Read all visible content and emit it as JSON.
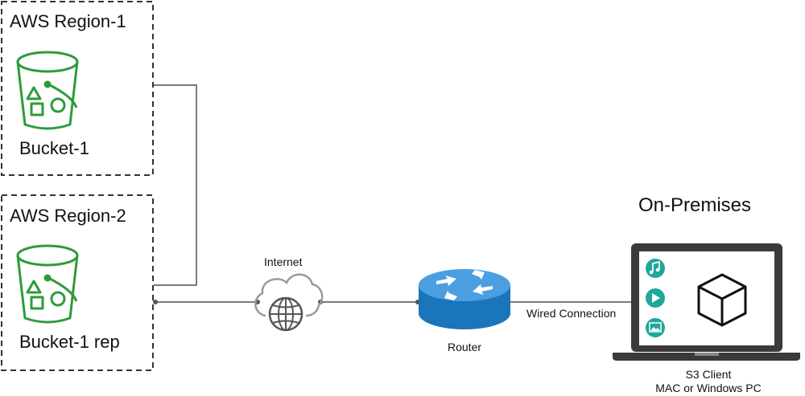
{
  "regions": [
    {
      "title": "AWS Region-1",
      "bucket": "Bucket-1"
    },
    {
      "title": "AWS Region-2",
      "bucket": "Bucket-1 rep"
    }
  ],
  "network": {
    "internet_label": "Internet",
    "router_label": "Router",
    "link_label": "Wired Connection"
  },
  "onprem": {
    "title": "On-Premises",
    "client_line1": "S3 Client",
    "client_line2": "MAC or Windows PC",
    "app_icons": [
      "music-icon",
      "play-icon",
      "image-icon"
    ],
    "center_icon": "cube-icon"
  },
  "colors": {
    "bucket_green": "#2e9b3a",
    "router_blue": "#1b75bb",
    "app_teal": "#1fa79a",
    "line_gray": "#7a7a7a",
    "laptop_dark": "#3a3a3a"
  }
}
